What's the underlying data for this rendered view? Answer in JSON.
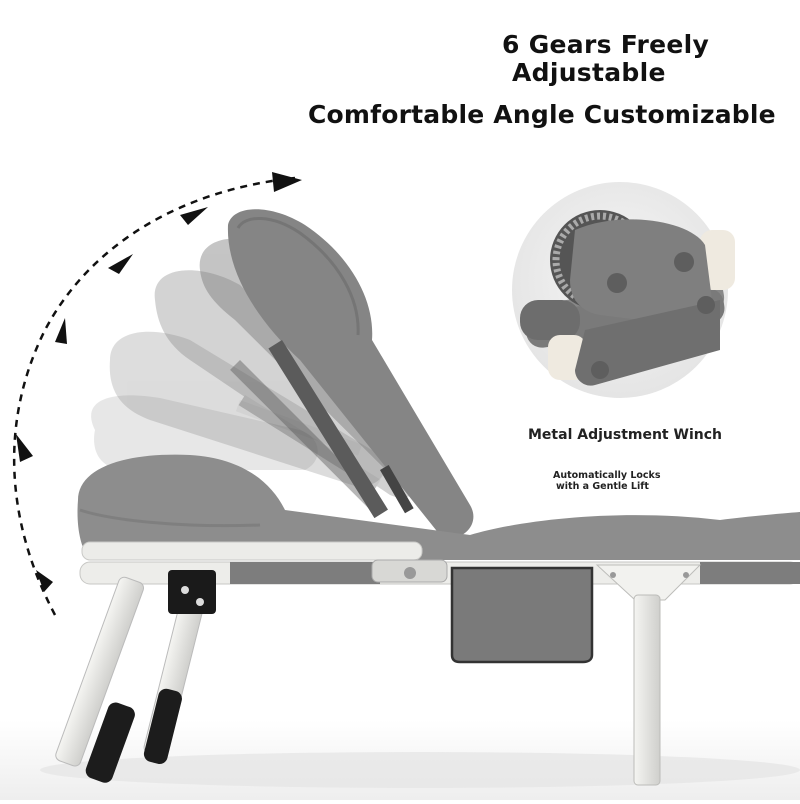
{
  "headline": {
    "line1": "6 Gears Freely",
    "line2": "Adjustable",
    "line3": "Comfortable Angle Customizable"
  },
  "detail_callout": {
    "title": "Metal Adjustment Winch",
    "note_line1": "Automatically Locks",
    "note_line2": "with a Gentle Lift"
  },
  "scene": {
    "subject": "folding lounge bed with adjustable backrest",
    "backrest_positions_shown": 6,
    "icons": [
      "curved-arrow-icon",
      "winch-detail-icon"
    ],
    "colors": {
      "cushion": "#8a8a8a",
      "frame": "#e9e9e6",
      "text": "#111111",
      "arrow": "#111111"
    }
  }
}
